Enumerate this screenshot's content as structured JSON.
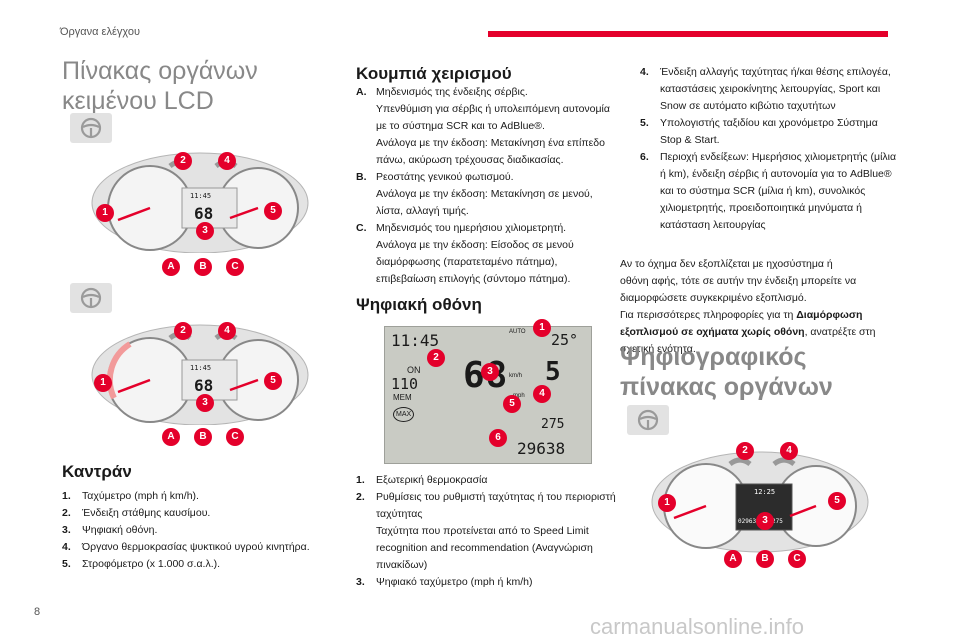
{
  "header": {
    "title": "Όργανα ελέγχου"
  },
  "page_number": "8",
  "watermark": "carmanualsonline.info",
  "col1": {
    "title": "Πίνακας οργάνων κειμένου LCD",
    "cluster_markers_top": [
      "1",
      "2",
      "4",
      "3",
      "5"
    ],
    "cluster_markers_bottom": [
      "A",
      "B",
      "C"
    ],
    "cluster1_display": {
      "speed": "68",
      "clock": "11:45"
    },
    "cluster2_display": {
      "speed": "68",
      "clock": "11:45"
    },
    "dashboard_heading": "Καντράν",
    "dashboard_items": [
      {
        "num": "1.",
        "text": "Ταχύμετρο (mph ή km/h)."
      },
      {
        "num": "2.",
        "text": "Ένδειξη στάθμης καυσίμου."
      },
      {
        "num": "3.",
        "text": "Ψηφιακή οθόνη."
      },
      {
        "num": "4.",
        "text": "Όργανο θερμοκρασίας ψυκτικού υγρού κινητήρα."
      },
      {
        "num": "5.",
        "text": "Στροφόμετρο (x 1.000 σ.α.λ.)."
      }
    ]
  },
  "col2": {
    "heading": "Κουμπιά χειρισμού",
    "items": [
      {
        "num": "A.",
        "lines": [
          "Μηδενισμός της ένδειξης σέρβις.",
          "Υπενθύμιση για σέρβις ή υπολειπόμενη αυτονομία",
          "με το σύστημα SCR και το AdBlue®.",
          "Ανάλογα με την έκδοση: Μετακίνηση ένα επίπεδο",
          "πάνω, ακύρωση τρέχουσας διαδικασίας."
        ]
      },
      {
        "num": "B.",
        "lines": [
          "Ρεοστάτης γενικού φωτισμού.",
          "Ανάλογα με την έκδοση: Μετακίνηση σε μενού,",
          "λίστα, αλλαγή τιμής."
        ]
      },
      {
        "num": "C.",
        "lines": [
          "Μηδενισμός του ημερήσιου χιλιομετρητή.",
          "Ανάλογα με την έκδοση: Είσοδος σε μενού",
          "διαμόρφωσης (παρατεταμένο πάτημα),",
          "επιβεβαίωση επιλογής (σύντομο πάτημα)."
        ]
      }
    ],
    "digital_heading": "Ψηφιακή οθόνη",
    "lcd": {
      "clock": "11:45",
      "temp": "25°",
      "speed": "68",
      "speed_small": "5",
      "unit_kmh": "km/h",
      "unit_mph": "mph",
      "ref_speed": "110",
      "mem_label": "MEM",
      "max_label": "MAX",
      "auto_label": "AUTO",
      "on_label": "ON",
      "trip": "275",
      "odometer": "29638",
      "markers": [
        "1",
        "2",
        "3",
        "4",
        "5",
        "6"
      ]
    },
    "lcd_items": [
      {
        "num": "1.",
        "lines": [
          "Εξωτερική θερμοκρασία"
        ]
      },
      {
        "num": "2.",
        "lines": [
          "Ρυθμίσεις του ρυθμιστή ταχύτητας ή του περιοριστή",
          "ταχύτητας",
          "Ταχύτητα που προτείνεται από το Speed Limit",
          "recognition and recommendation (Αναγνώριση",
          "πινακίδων)"
        ]
      },
      {
        "num": "3.",
        "lines": [
          "Ψηφιακό ταχύμετρο (mph ή km/h)"
        ]
      }
    ]
  },
  "col3": {
    "items": [
      {
        "num": "4.",
        "lines": [
          "Ένδειξη αλλαγής ταχύτητας ή/και θέσης επιλογέα,",
          "καταστάσεις χειροκίνητης λειτουργίας, Sport και",
          "Snow σε αυτόματο κιβώτιο ταχυτήτων"
        ]
      },
      {
        "num": "5.",
        "lines": [
          "Υπολογιστής ταξιδίου και χρονόμετρο Σύστημα",
          "Stop & Start."
        ]
      },
      {
        "num": "6.",
        "lines": [
          "Περιοχή ενδείξεων: Ημερήσιος χιλιομετρητής (μίλια",
          "ή km), ένδειξη σέρβις ή αυτονομία για το AdBlue®",
          "και το σύστημα SCR (μίλια ή km), συνολικός",
          "χιλιομετρητής, προειδοποιητικά μηνύματα ή",
          "κατάσταση λειτουργίας"
        ]
      }
    ],
    "para1": [
      "Αν το όχημα δεν εξοπλίζεται με ηχοσύστημα ή",
      "οθόνη αφής, τότε σε αυτήν την ένδειξη μπορείτε να",
      "διαμορφώσετε συγκεκριμένο εξοπλισμό."
    ],
    "para2_pre": "Για περισσότερες πληροφορίες για τη ",
    "para2_bold1": "Διαμόρφωση",
    "para2_bold2": "εξοπλισμού σε οχήματα χωρίς οθόνη",
    "para2_post": ", ανατρέξτε στη",
    "para2_last": "σχετική ενότητα.",
    "title": "Ψηφιογραφικός πίνακας οργάνων",
    "cluster3_display": {
      "clock": "12:25",
      "trip": "275",
      "odometer": "029632"
    }
  },
  "colors": {
    "accent": "#e4002b",
    "title_gray": "#888888"
  }
}
